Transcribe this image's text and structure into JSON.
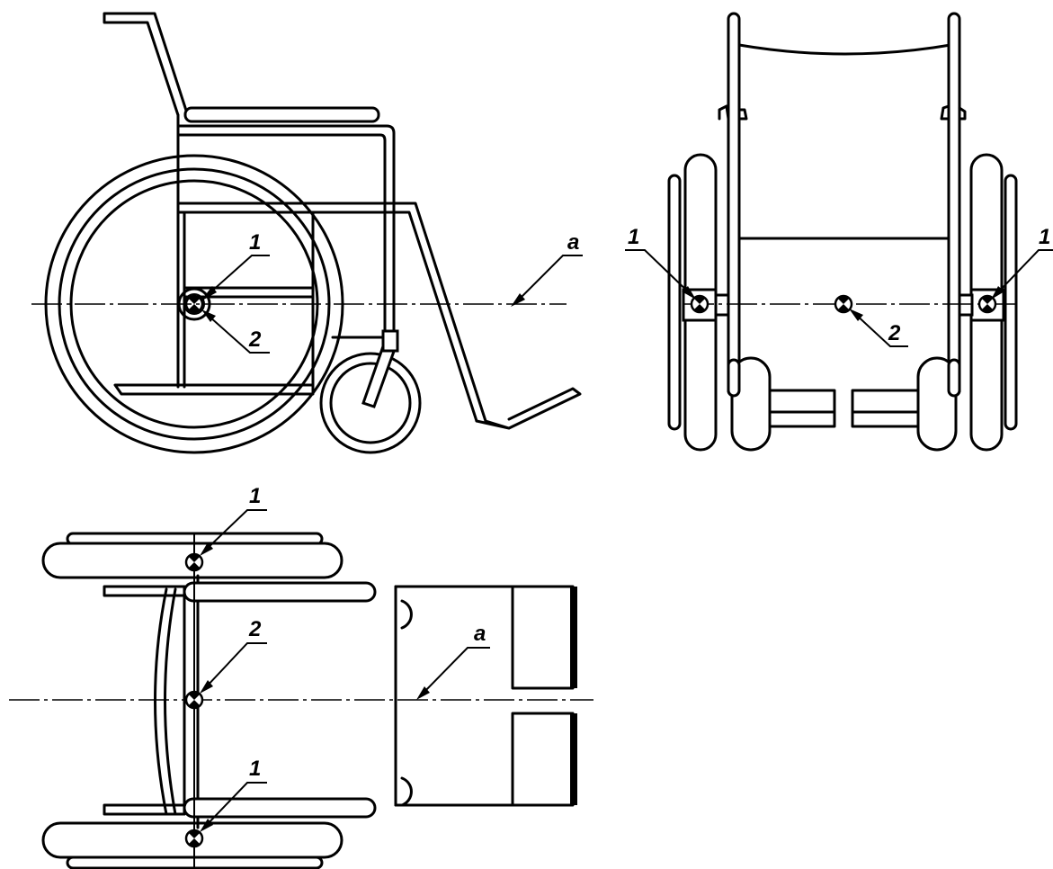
{
  "callouts": {
    "point_1": "1",
    "point_2": "2",
    "axis_a": "a"
  },
  "colors": {
    "line": "#000000",
    "background": "#ffffff"
  }
}
